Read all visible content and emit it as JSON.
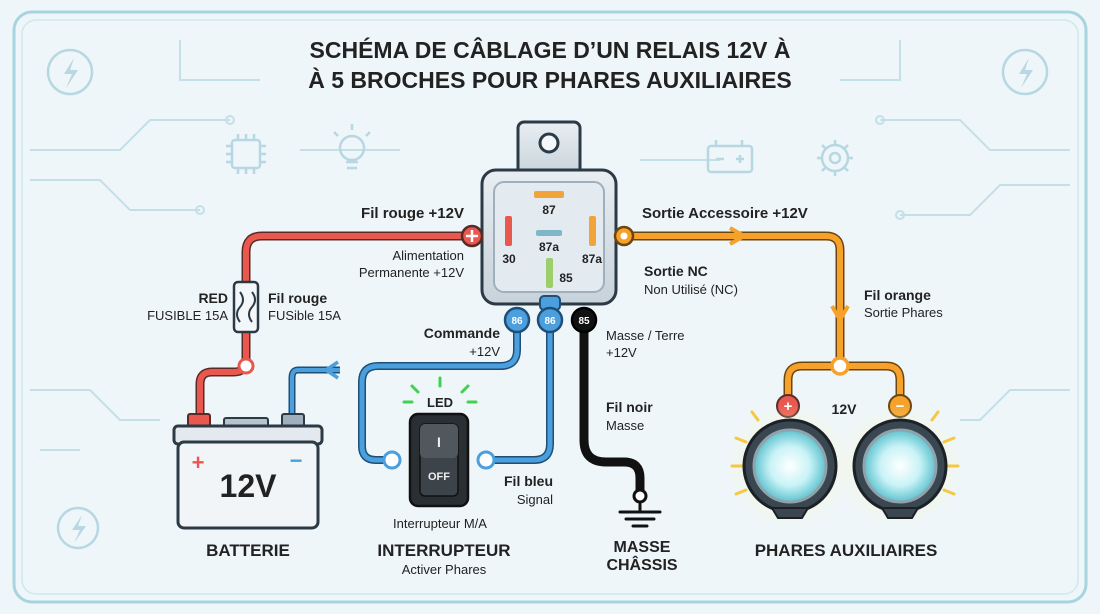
{
  "title": {
    "line1": "SCHÉMA DE CÂBLAGE D’UN RELAIS 12V À",
    "line2": "À 5 BROCHES POUR PHARES AUXILIAIRES"
  },
  "relay": {
    "pin_87_top": "87",
    "pin_30": "30",
    "pin_87a_center": "87a",
    "pin_87a_right": "87a",
    "pin_85_center": "85",
    "tab_86_left": "86",
    "tab_86_right": "86",
    "tab_85": "85"
  },
  "labels": {
    "red_wire": "Fil rouge +12V",
    "permanent_1": "Alimentation",
    "permanent_2": "Permanente +12V",
    "fuse_left_1": "RED",
    "fuse_left_2": "FUSIBLE 15A",
    "fuse_right_1": "Fil rouge",
    "fuse_right_2": "FUSible 15A",
    "command_1": "Commande",
    "command_2": "+12V",
    "accessory_out": "Sortie Accessoire +12V",
    "nc_1": "Sortie NC",
    "nc_2": "Non Utilisé (NC)",
    "orange_1": "Fil orange",
    "orange_2": "Sortie Phares",
    "ground_1": "Masse / Terre",
    "ground_2": "+12V",
    "black_1": "Fil noir",
    "black_2": "Masse",
    "blue_1": "Fil bleu",
    "blue_2": "Signal",
    "switch_caption": "Interrupteur M/A",
    "lights_voltage": "12V"
  },
  "battery": {
    "voltage": "12V",
    "title": "BATTERIE",
    "plus": "+",
    "minus": "−"
  },
  "switch": {
    "led": "LED",
    "on": "I",
    "off": "OFF",
    "title": "INTERRUPTEUR",
    "subtitle": "Activer Phares"
  },
  "ground": {
    "title_1": "MASSE",
    "title_2": "CHÂSSIS"
  },
  "lights": {
    "title": "PHARES AUXILIAIRES",
    "plus": "+",
    "minus": "−"
  },
  "colors": {
    "red": "#e8584f",
    "orange": "#f5a12a",
    "blue": "#4a9fdc",
    "black": "#1c1c1c",
    "relay": "#d8e1e8"
  }
}
